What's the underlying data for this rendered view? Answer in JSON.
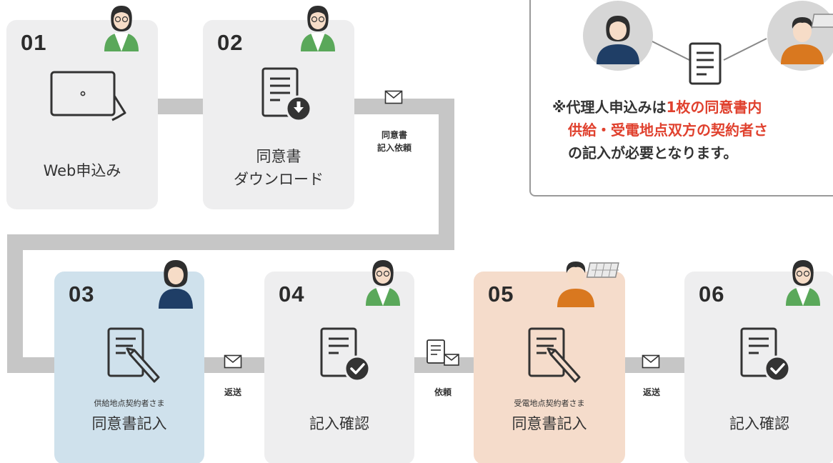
{
  "steps": [
    {
      "number": "01",
      "label": "Web申込み"
    },
    {
      "number": "02",
      "label_line1": "同意書",
      "label_line2": "ダウンロード"
    },
    {
      "number": "03",
      "sub": "供給地点契約者さま",
      "label": "同意書記入"
    },
    {
      "number": "04",
      "label": "記入確認"
    },
    {
      "number": "05",
      "sub": "受電地点契約者さま",
      "label": "同意書記入"
    },
    {
      "number": "06",
      "label": "記入確認"
    }
  ],
  "connectors": {
    "c2_3_line1": "同意書",
    "c2_3_line2": "記入依頼",
    "c3_4": "返送",
    "c4_5": "依頼",
    "c5_6": "返送"
  },
  "note": {
    "prefix": "※代理人申込みは",
    "highlight1": "1枚の同意書内",
    "line2": "供給・受電地点双方の契約者さ",
    "line3": "の記入が必要となります。"
  },
  "colors": {
    "card_grey": "#eeeeef",
    "card_blue": "#cfe1ec",
    "card_peach": "#f5dccb",
    "highlight_red": "#e0412e",
    "connector": "#c6c6c6"
  },
  "icons": [
    "laptop-icon",
    "document-download-icon",
    "document-pen-icon",
    "document-check-icon",
    "envelope-icon",
    "person-green-icon",
    "person-navy-icon",
    "person-orange-solar-icon"
  ]
}
